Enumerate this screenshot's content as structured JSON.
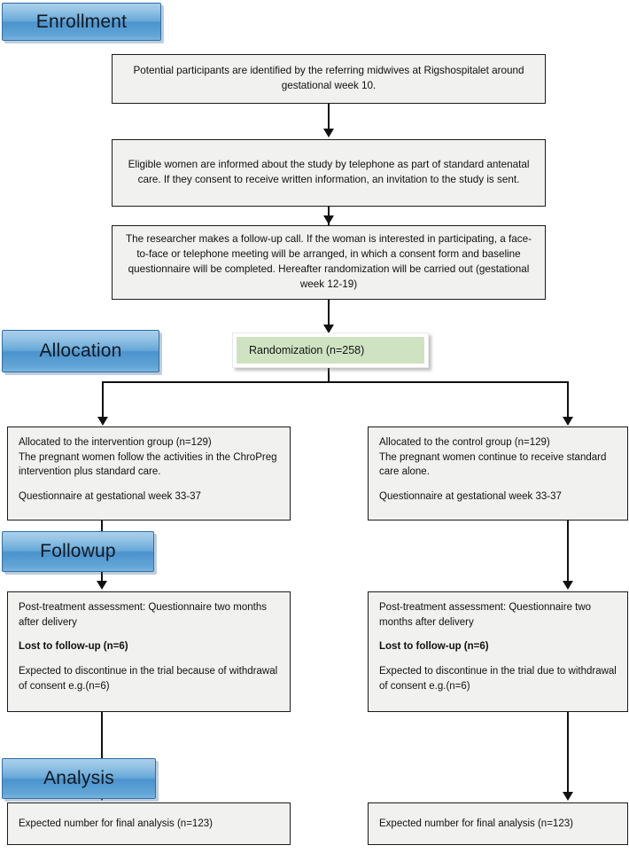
{
  "diagram": {
    "title": "ChroPreg trial CONSORT flow diagram",
    "accent_blue": "#4b93cd",
    "randomization_green": "#cfe3c2",
    "box_fill": "#f1f1ef",
    "line_color": "#111111"
  },
  "stages": {
    "enrollment": "Enrollment",
    "allocation": "Allocation",
    "followup": "Followup",
    "analysis": "Analysis"
  },
  "enrollment_steps": [
    {
      "id": "identification",
      "text": "Potential participants are identified by the referring midwives at Rigshospitalet around gestational week 10."
    },
    {
      "id": "information",
      "text": "Eligible women are informed about the study by telephone as part of standard antenatal care. If they consent to receive written information, an invitation to the study is sent."
    },
    {
      "id": "follow-up-call",
      "text": "The researcher makes a follow-up call. If the woman is interested in participating, a face-to-face or telephone meeting will be arranged, in which a consent form and baseline questionnaire will be completed. Hereafter randomization will be carried out (gestational week 12-19)"
    }
  ],
  "randomization": {
    "label": "Randomization (n=258)"
  },
  "allocation": {
    "intervention": {
      "line1": "Allocated to the intervention group (n=129)",
      "line2": "The pregnant women follow the activities in the ChroPreg intervention plus standard care.",
      "line3": "Questionnaire at gestational week 33-37"
    },
    "control": {
      "line1": "Allocated to the control group (n=129)",
      "line2": "The pregnant women continue to receive standard care alone.",
      "line3": "Questionnaire at gestational week 33-37"
    }
  },
  "followup": {
    "intervention": {
      "line1": "Post-treatment assessment: Questionnaire two months after delivery",
      "line2": "Lost to follow-up (n=6)",
      "line3": "Expected to discontinue in the trial because of withdrawal of consent e.g.(n=6)"
    },
    "control": {
      "line1": "Post-treatment assessment: Questionnaire two months after delivery",
      "line2": "Lost to follow-up (n=6)",
      "line3": "Expected to discontinue in the trial due to withdrawal of consent e.g.(n=6)"
    }
  },
  "analysis": {
    "intervention": "Expected number for final analysis (n=123)",
    "control": "Expected number for final analysis (n=123)"
  }
}
